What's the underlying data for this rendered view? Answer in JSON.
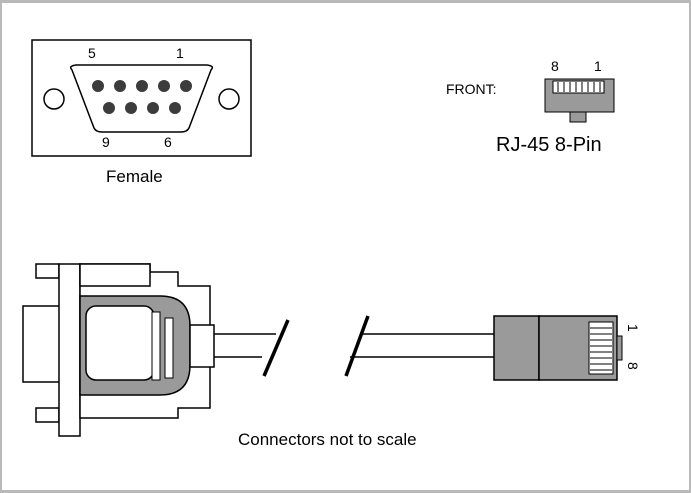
{
  "db9": {
    "pin_top_left": "5",
    "pin_top_right": "1",
    "pin_bottom_left": "9",
    "pin_bottom_right": "6",
    "gender_label": "Female"
  },
  "rj45": {
    "front_label": "FRONT:",
    "pin_left": "8",
    "pin_right": "1",
    "name_label": "RJ-45 8-Pin",
    "side_pin_1": "1",
    "side_pin_8": "8"
  },
  "caption": "Connectors not to scale",
  "colors": {
    "connector_gray": "#9a9a9a",
    "pin_dark": "#3c3c3c",
    "frame_border": "#b9b9b9",
    "line": "#000000"
  }
}
